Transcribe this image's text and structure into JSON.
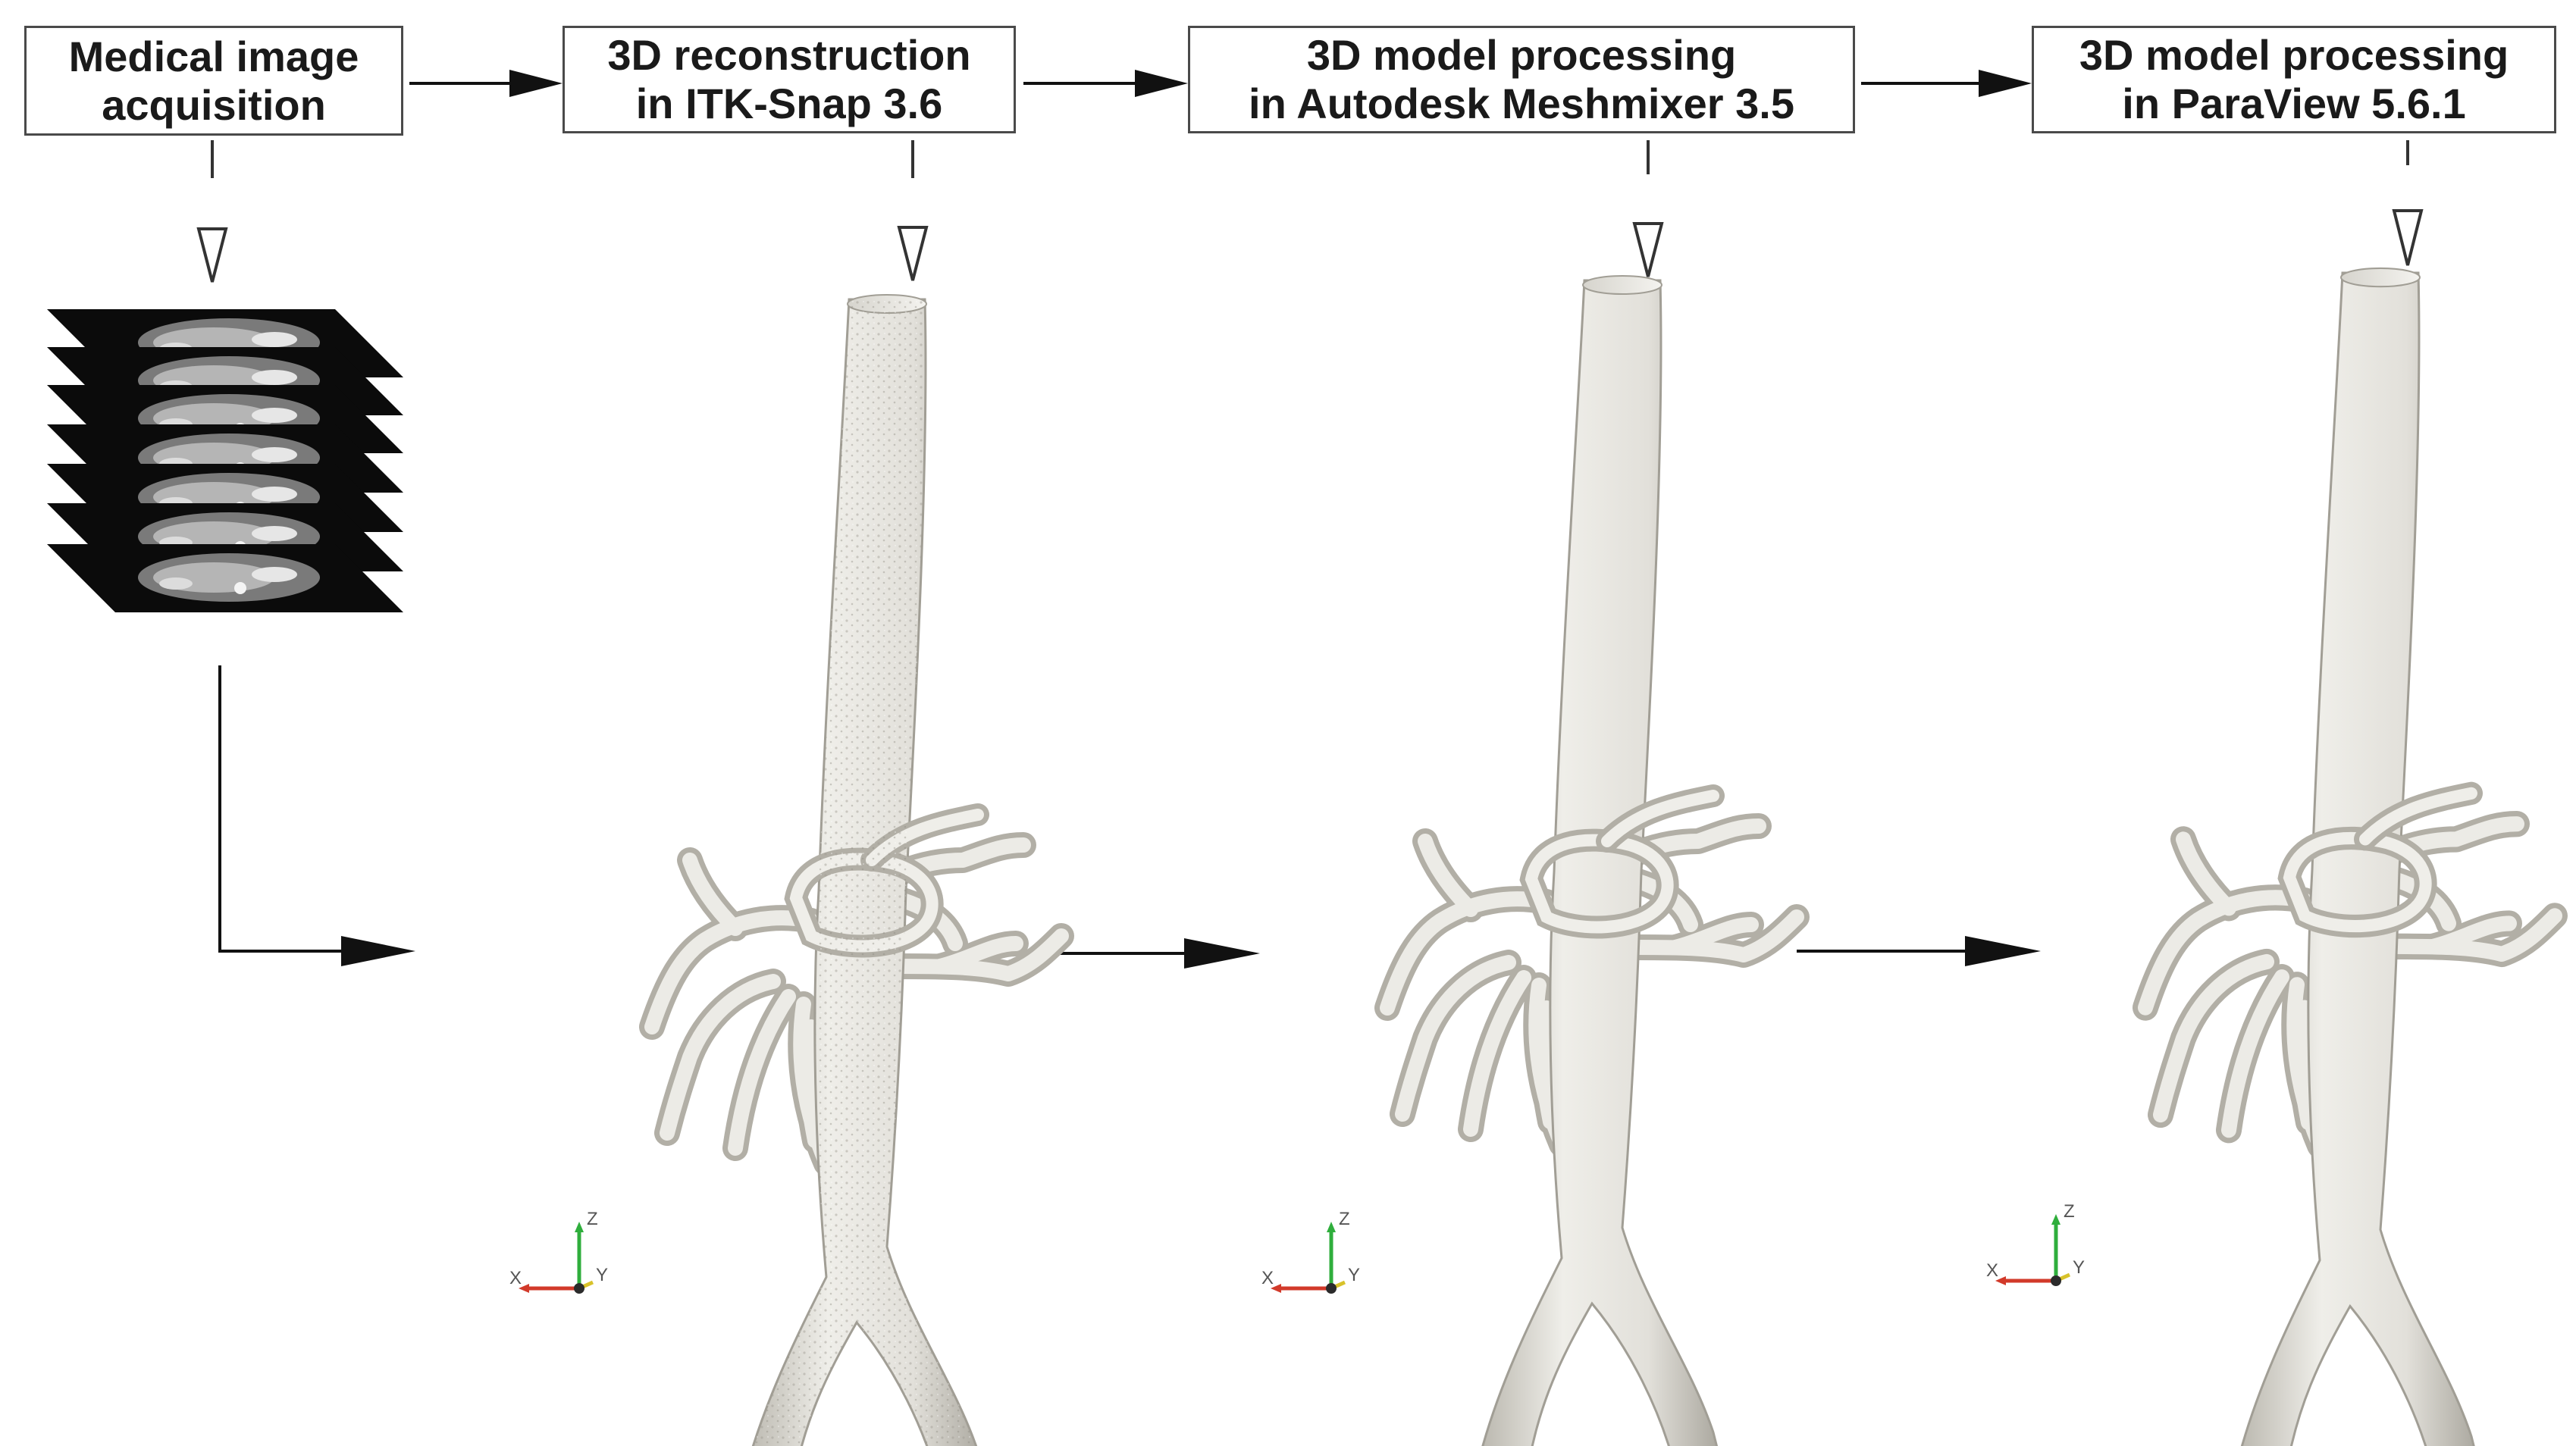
{
  "steps": [
    {
      "line1": "Medical image",
      "line2": "acquisition"
    },
    {
      "line1": "3D reconstruction",
      "line2": "in ITK-Snap 3.6"
    },
    {
      "line1": "3D model processing",
      "line2": "in Autodesk Meshmixer 3.5"
    },
    {
      "line1": "3D model processing",
      "line2": "in ParaView 5.6.1"
    }
  ],
  "axes": {
    "x": "X",
    "y": "Y",
    "z": "Z"
  },
  "colors": {
    "box_border": "#4a4a4a",
    "text": "#1a1a1a",
    "arrow": "#111111",
    "model_fill": "#e4e2dc",
    "model_shade": "#b9b6ad",
    "axis_x": "#d23a2a",
    "axis_y": "#d8c22a",
    "axis_z": "#2fae3c",
    "ct_slice": "#0b0b0b"
  },
  "icons": [
    "ct-slice-stack-icon",
    "aorta-model-icon",
    "axis-triad-icon",
    "arrow-right-icon",
    "arrow-down-icon"
  ]
}
